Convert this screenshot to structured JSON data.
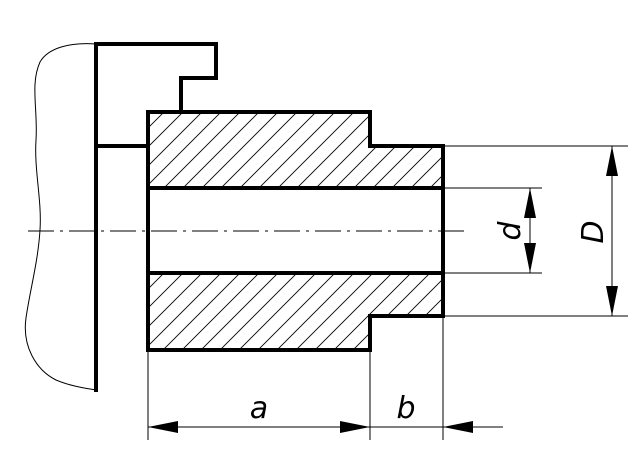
{
  "dimensions": {
    "a": "a",
    "b": "b",
    "d": "d",
    "D": "D"
  }
}
